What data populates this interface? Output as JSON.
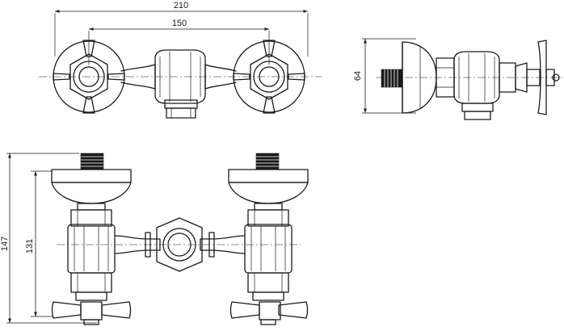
{
  "dimensions": {
    "overall_width": "210",
    "inlet_spacing": "150",
    "depth": "64",
    "overall_height": "147",
    "height_to_outlet": "131"
  },
  "views": [
    "top-view",
    "side-view",
    "front-view"
  ]
}
